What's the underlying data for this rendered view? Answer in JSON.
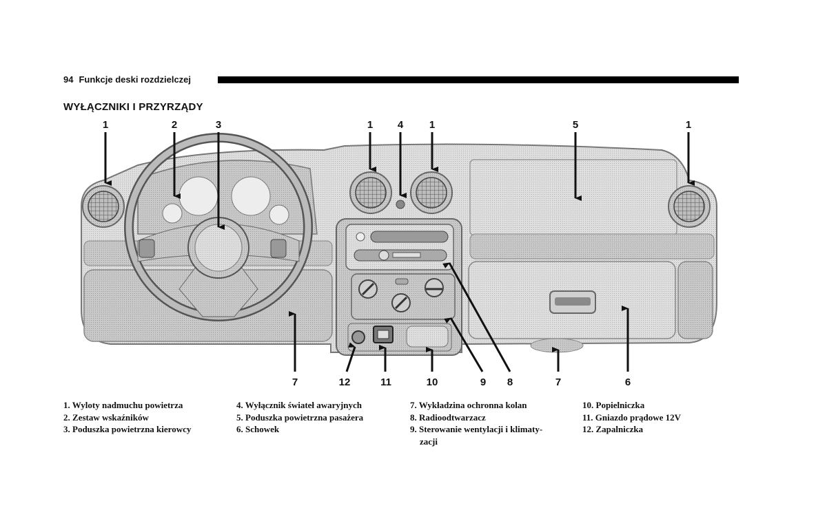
{
  "header": {
    "page_number": "94",
    "running_title": "Funkcje deski rozdzielczej"
  },
  "section_title": "WYŁĄCZNIKI I PRZYRZĄDY",
  "diagram": {
    "description": "Dashboard illustration with numbered callouts",
    "callouts_top": [
      "1",
      "2",
      "3",
      "1",
      "4",
      "1",
      "5",
      "1"
    ],
    "callouts_bottom": [
      "7",
      "12",
      "11",
      "10",
      "9",
      "8",
      "7",
      "6"
    ]
  },
  "legend": {
    "col1": [
      "1. Wyloty nadmuchu powietrza",
      "2. Zestaw wskaźników",
      "3. Poduszka powietrzna kierowcy"
    ],
    "col2": [
      "4. Wyłącznik świateł awaryjnych",
      "5. Poduszka powietrzna pasażera",
      "6. Schowek"
    ],
    "col3": [
      "7. Wykładzina ochronna kolan",
      "8. Radioodtwarzacz",
      "9. Sterowanie wentylacji i klimaty-",
      "zacji"
    ],
    "col4": [
      "10. Popielniczka",
      "11. Gniazdo prądowe 12V",
      "12. Zapalniczka"
    ]
  }
}
